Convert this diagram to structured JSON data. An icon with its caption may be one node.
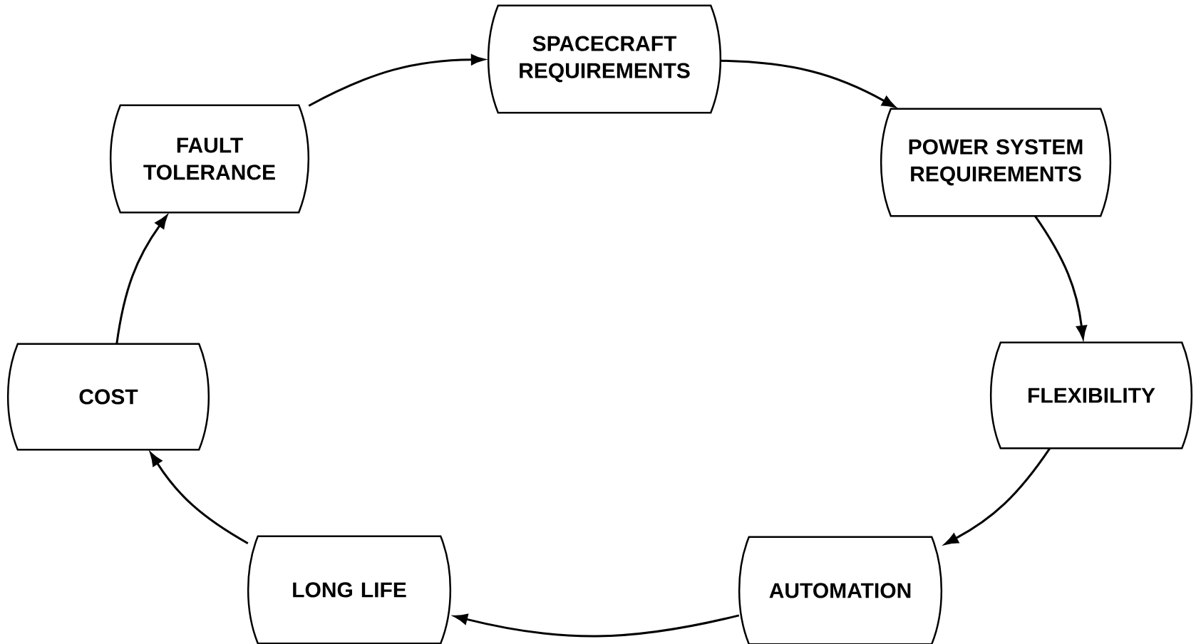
{
  "diagram": {
    "nodes": [
      {
        "text": [
          "SPACECRAFT REQUIREMENTS"
        ]
      },
      {
        "text": [
          "POWER SYSTEM REQUIREMENTS"
        ]
      },
      {
        "text": [
          "FLEXIBILITY"
        ]
      },
      {
        "text": [
          "AUTOMATION"
        ]
      },
      {
        "text": [
          "LONG LIFE"
        ]
      },
      {
        "text": [
          "COST"
        ]
      },
      {
        "text": [
          "FAULT TOLERANCE"
        ]
      }
    ],
    "edges": [
      {
        "from": 0,
        "to": 1,
        "arrow": "to"
      },
      {
        "from": 1,
        "to": 2,
        "arrow": "to"
      },
      {
        "from": 2,
        "to": 3,
        "arrow": "to"
      },
      {
        "from": 3,
        "to": 4,
        "arrow": "to"
      },
      {
        "from": 4,
        "to": 5,
        "arrow": "to"
      },
      {
        "from": 5,
        "to": 6,
        "arrow": "to"
      },
      {
        "from": 6,
        "to": 0,
        "arrow": "to"
      }
    ]
  }
}
